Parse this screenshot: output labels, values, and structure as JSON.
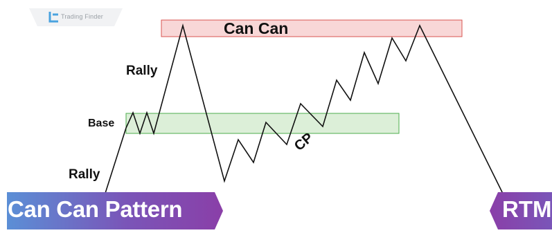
{
  "brand": {
    "name": "Trading Finder",
    "icon": "trading-finder-logo-icon"
  },
  "labels": {
    "rally_top": "Rally",
    "base": "Base",
    "rally_bottom": "Rally",
    "can_can": "Can Can",
    "cp": "CP"
  },
  "banners": {
    "left": "Can Can Pattern",
    "right": "RTM"
  },
  "zones": {
    "can_can": {
      "fill": "#f8d7d7",
      "stroke": "#d9534f"
    },
    "base": {
      "fill": "#dcefd8",
      "stroke": "#4cae4c"
    }
  },
  "colors": {
    "banner_gradient": [
      "#5b8fd6",
      "#7a55b8",
      "#8a3fa8"
    ],
    "price_line": "#111111"
  }
}
